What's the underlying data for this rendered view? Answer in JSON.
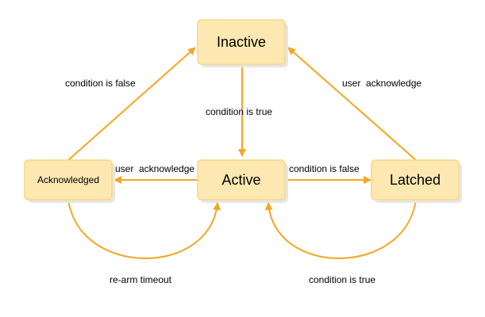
{
  "colors": {
    "node_fill": "#fde8b2",
    "node_border": "#fbd680",
    "edge": "#f5a623",
    "text": "#000000"
  },
  "nodes": {
    "inactive": {
      "label": "Inactive"
    },
    "active": {
      "label": "Active"
    },
    "acknowledged": {
      "label": "Acknowledged"
    },
    "latched": {
      "label": "Latched"
    }
  },
  "edges": {
    "inactive_to_active": {
      "label": "condition is true"
    },
    "acknowledged_to_inactive": {
      "label": "condition is false"
    },
    "latched_to_inactive": {
      "label": "user  acknowledge"
    },
    "active_to_acknowledged": {
      "label": "user  acknowledge"
    },
    "active_to_latched": {
      "label": "condition is false"
    },
    "acknowledged_to_active": {
      "label": "re-arm timeout"
    },
    "latched_to_active": {
      "label": "condition is true"
    }
  }
}
